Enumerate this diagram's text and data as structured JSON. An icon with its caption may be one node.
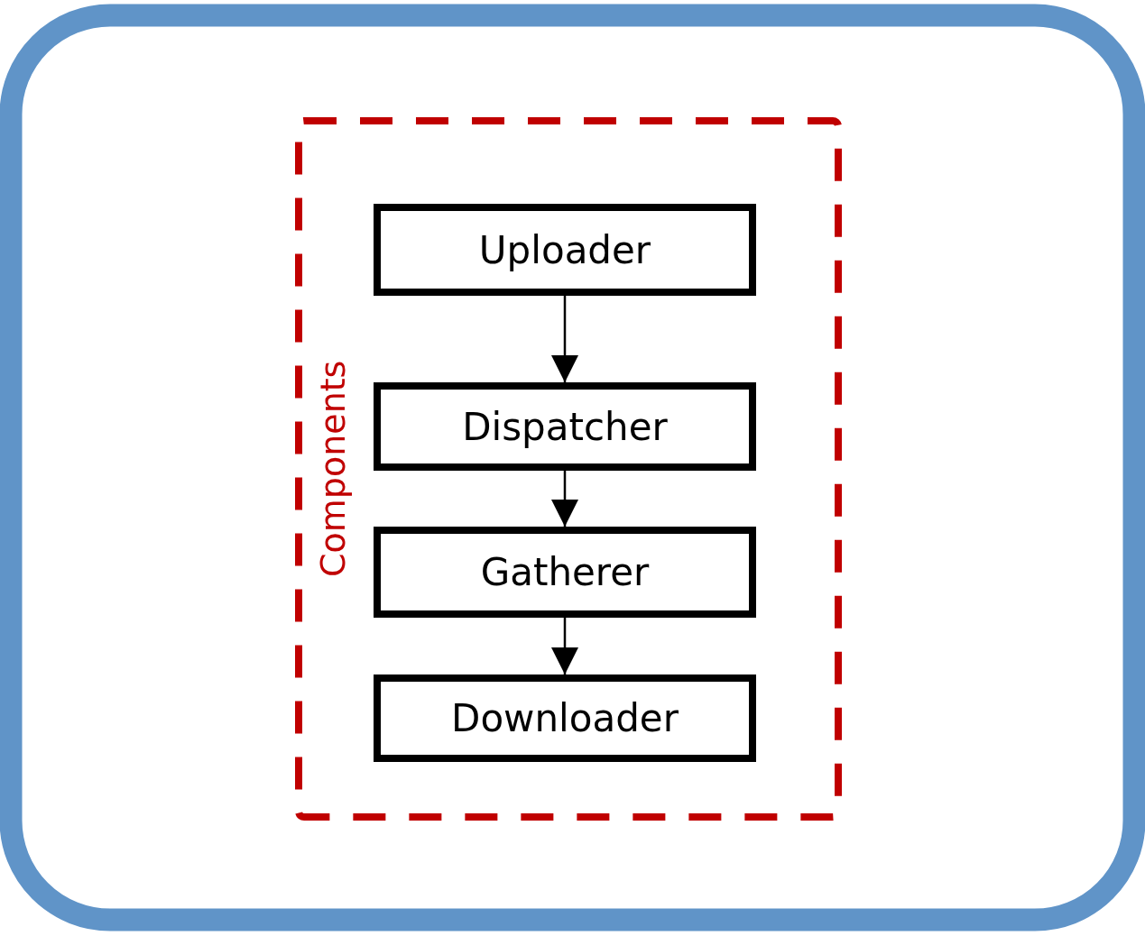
{
  "diagram": {
    "nodes": [
      {
        "text": [
          "Components"
        ]
      },
      {
        "text": [
          "Uploader"
        ],
        "in": 0
      },
      {
        "text": [
          "Dispatcher"
        ],
        "in": 0
      },
      {
        "text": [
          "Gatherer"
        ],
        "in": 0
      },
      {
        "text": [
          "Downloader"
        ],
        "in": 0
      }
    ],
    "edges": [
      {
        "from": 1,
        "to": 2,
        "arrow": "to"
      },
      {
        "from": 2,
        "to": 3,
        "arrow": "to"
      },
      {
        "from": 3,
        "to": 4,
        "arrow": "to"
      }
    ]
  }
}
